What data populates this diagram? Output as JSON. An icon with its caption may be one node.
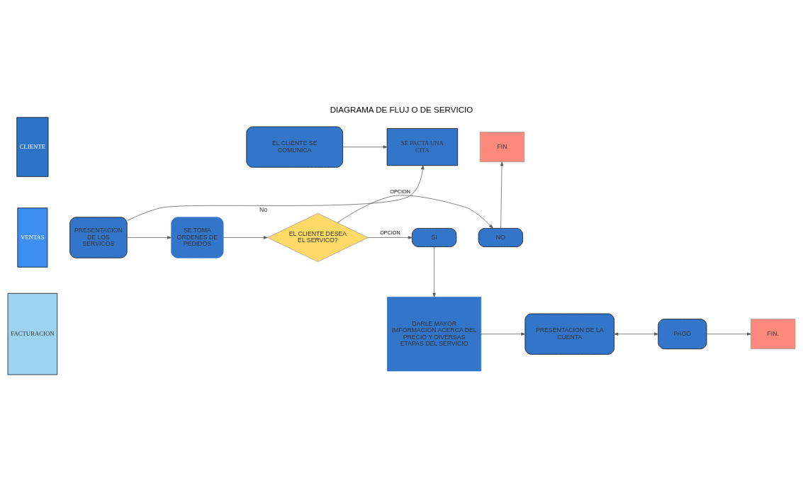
{
  "diagram": {
    "title": "DIAGRAMA DE FLUJ O DE SERVICIO",
    "nodes": [
      {
        "text": [
          "CLIENTE"
        ]
      },
      {
        "text": [
          "VENTAS"
        ]
      },
      {
        "text": [
          "FACTURACION"
        ]
      },
      {
        "text": [
          "EL CLIENTE SE COMUNICA"
        ]
      },
      {
        "text": [
          "SE PACTA UNA CITA"
        ]
      },
      {
        "text": [
          "FIN"
        ]
      },
      {
        "text": [
          "PRESENTACION DE LOS SERVICOS"
        ]
      },
      {
        "text": [
          "SE TOMA ORDENES DE PEDIDOS"
        ]
      },
      {
        "text": [
          "EL CLIENTE DESEA EL SERVICO?"
        ],
        "beside": [
          "No"
        ]
      },
      {
        "text": [
          "NO"
        ]
      },
      {
        "text": [
          "SI"
        ]
      },
      {
        "text": [
          "DARLE MAYOR IMFORMACION ACERCA DEL PRECIO Y DIVERSAS ETAPAS DEL SERVICIO"
        ]
      },
      {
        "text": [
          "PRESENTACION DE LA CUENTA"
        ]
      },
      {
        "text": [
          "PAGO"
        ]
      },
      {
        "text": [
          "FIN."
        ]
      }
    ],
    "edges": [
      {
        "from": 3,
        "to": 4,
        "arrow": "to"
      },
      {
        "from": 6,
        "to": 4,
        "arrow": "to"
      },
      {
        "from": 6,
        "to": 7,
        "arrow": "to"
      },
      {
        "from": 7,
        "to": 8,
        "arrow": "to"
      },
      {
        "from": 8,
        "to": 9,
        "arrow": "to",
        "label": "OPCION"
      },
      {
        "from": 8,
        "to": 10,
        "arrow": "to",
        "label": "OPCION"
      },
      {
        "from": 9,
        "to": 5,
        "arrow": "to"
      },
      {
        "from": 10,
        "to": 11,
        "arrow": "to"
      },
      {
        "from": 11,
        "to": 12,
        "arrow": "to"
      },
      {
        "from": 12,
        "to": 13,
        "arrow": "both"
      },
      {
        "from": 13,
        "to": 14,
        "arrow": "to"
      }
    ]
  }
}
